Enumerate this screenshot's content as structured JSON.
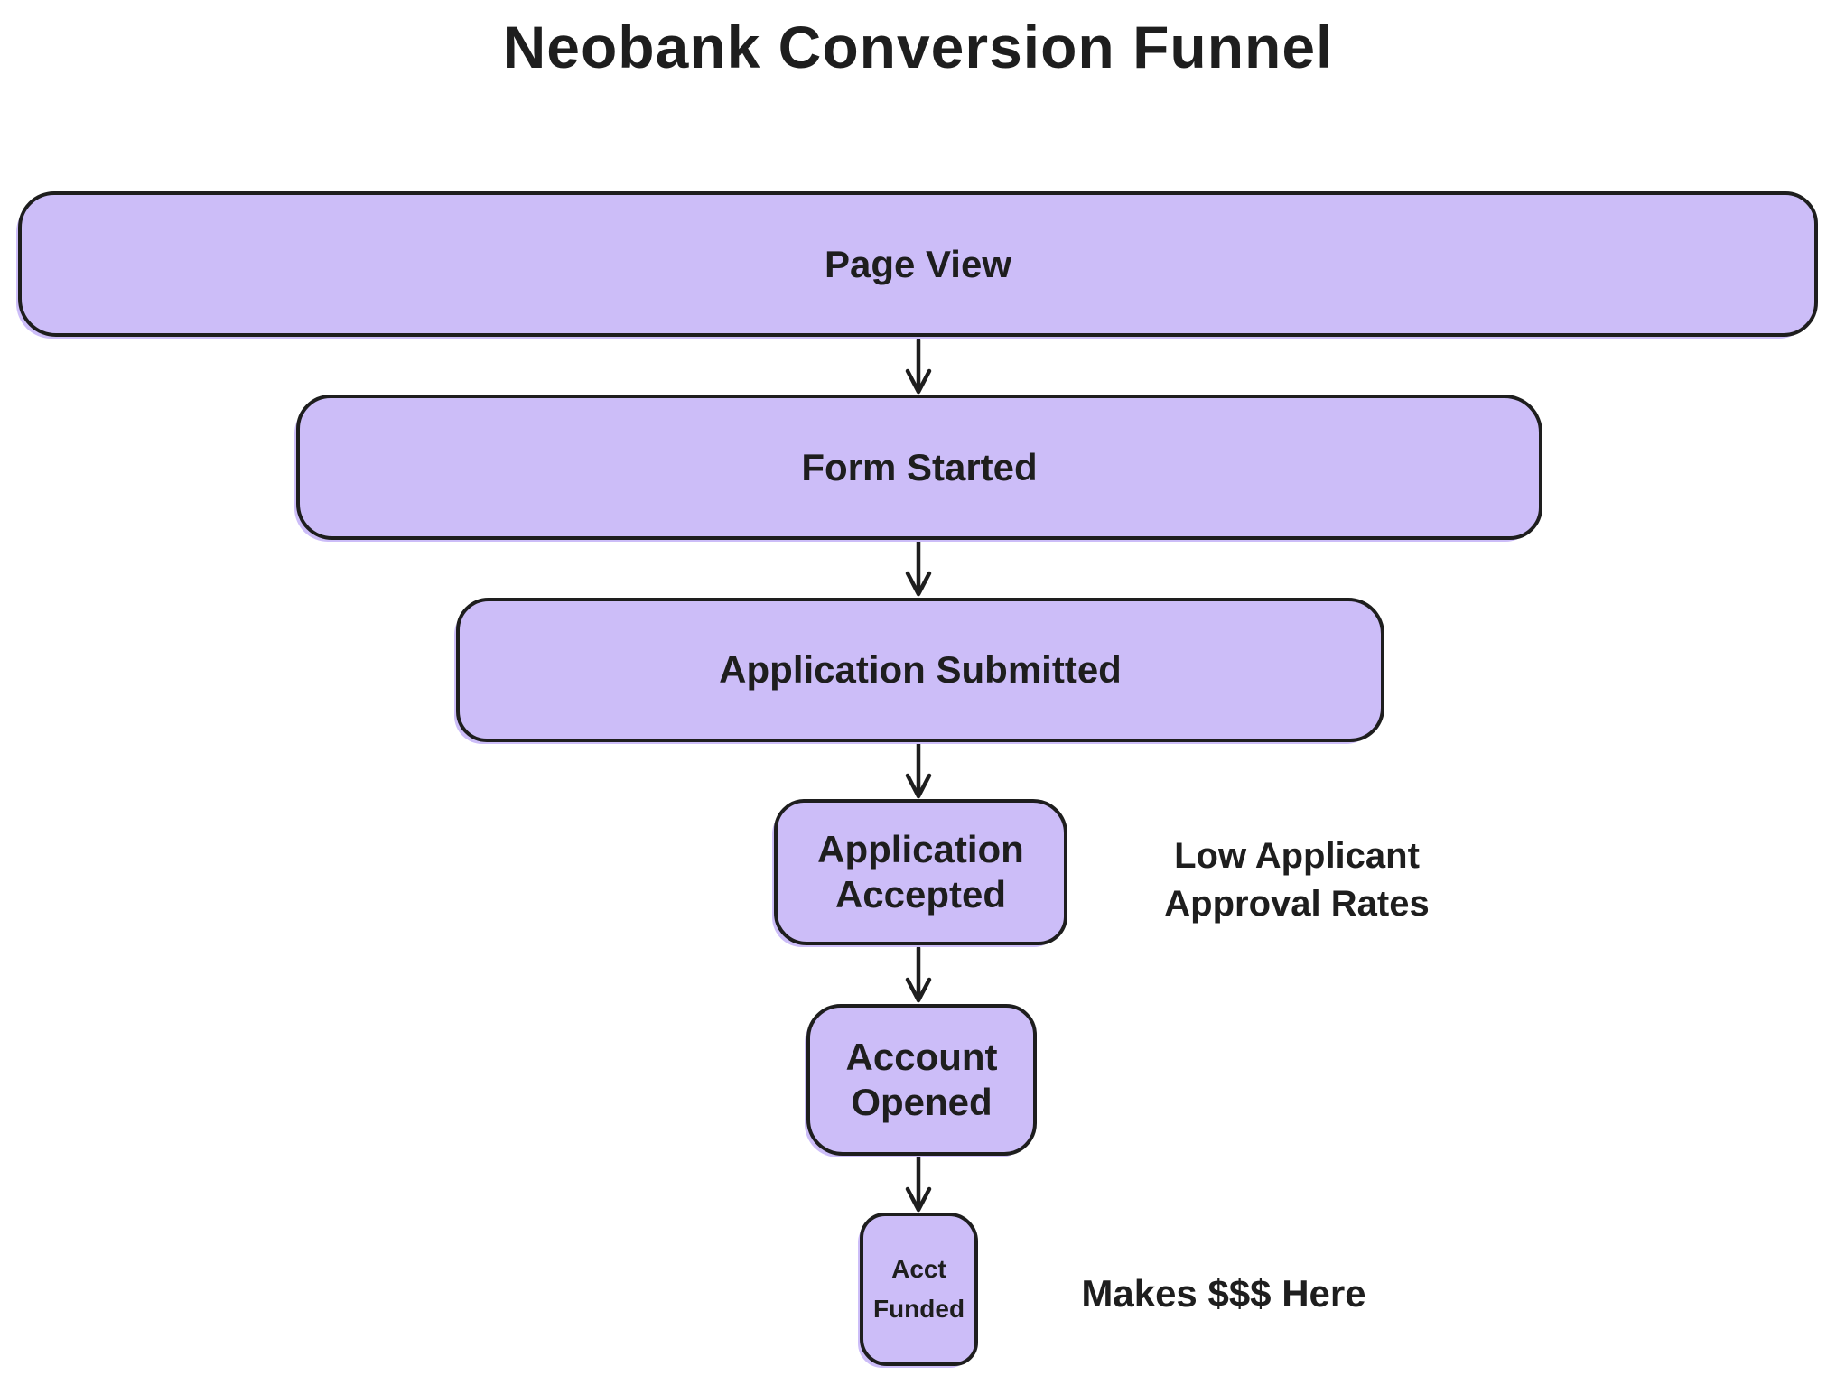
{
  "title": "Neobank Conversion Funnel",
  "funnel": {
    "stages": [
      {
        "id": "page-view",
        "label": "Page View"
      },
      {
        "id": "form-started",
        "label": "Form Started"
      },
      {
        "id": "application-submitted",
        "label": "Application Submitted"
      },
      {
        "id": "application-accepted",
        "label": "Application\nAccepted"
      },
      {
        "id": "account-opened",
        "label": "Account\nOpened"
      },
      {
        "id": "acct-funded",
        "label": "Acct\nFunded"
      }
    ],
    "annotations": [
      {
        "target": "application-accepted",
        "text": "Low Applicant\nApproval Rates"
      },
      {
        "target": "acct-funded",
        "text": "Makes $$$ Here"
      }
    ]
  },
  "colors": {
    "stage_fill": "#ccbdf8",
    "stroke": "#1e1e1e",
    "text": "#1e1e1e",
    "canvas_background": "#ffffff"
  }
}
